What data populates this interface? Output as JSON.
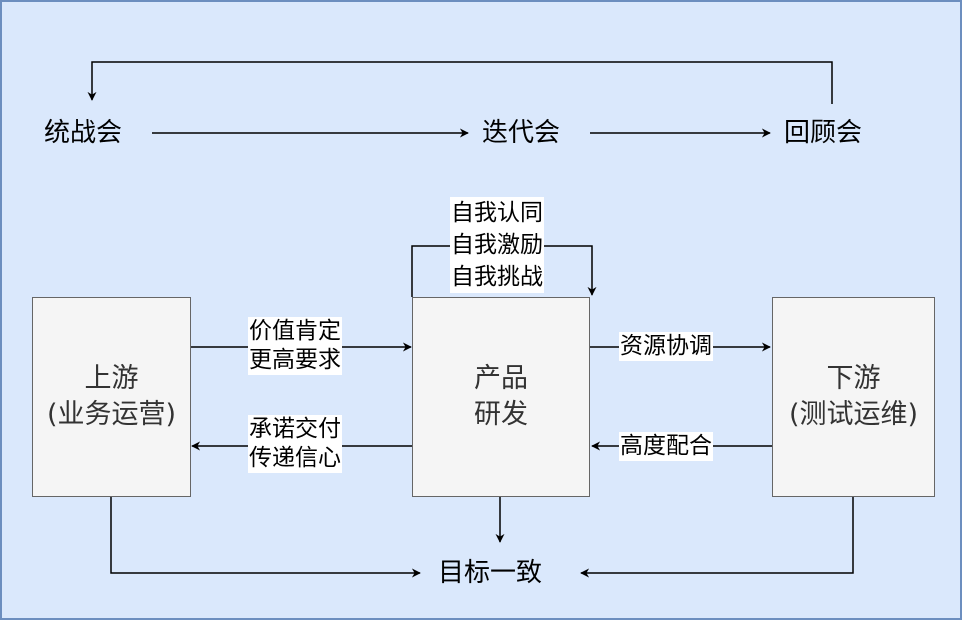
{
  "meetings": {
    "kickoff": "统战会",
    "iteration": "迭代会",
    "retro": "回顾会"
  },
  "nodes": {
    "upstream": {
      "line1": "上游",
      "line2": "(业务运营)"
    },
    "rnd": {
      "line1": "产品",
      "line2": "研发"
    },
    "downstream": {
      "line1": "下游",
      "line2": "(测试运维)"
    }
  },
  "labels": {
    "self": [
      "自我认同",
      "自我激励",
      "自我挑战"
    ],
    "up_to_rnd": [
      "价值肯定",
      "更高要求"
    ],
    "rnd_to_up": [
      "承诺交付",
      "传递信心"
    ],
    "rnd_to_down": "资源协调",
    "down_to_rnd": "高度配合",
    "goal": "目标一致"
  },
  "colors": {
    "background": "#dae8fc",
    "background_border": "#6c8ebf",
    "node_fill": "#f5f5f5",
    "node_border": "#666666",
    "edge": "#000000"
  }
}
